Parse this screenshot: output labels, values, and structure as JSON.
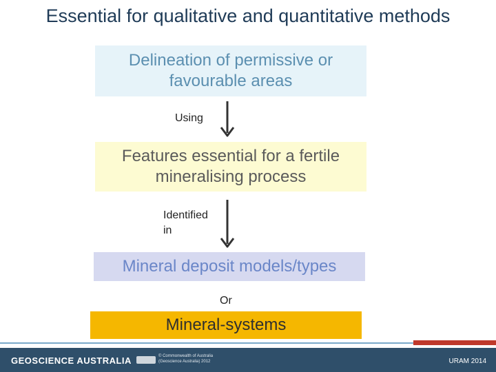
{
  "title": "Essential for qualitative and quantitative methods",
  "boxes": {
    "b1": "Delineation of permissive or favourable areas",
    "b2": "Features essential for a fertile mineralising process",
    "b3": "Mineral deposit models/types",
    "b4": "Mineral-systems"
  },
  "connectors": {
    "using": "Using",
    "identified_line1": "Identified",
    "identified_line2": "in",
    "or": "Or"
  },
  "footer": {
    "org": "GEOSCIENCE AUSTRALIA",
    "copyright_line1": "© Commonwealth of Australia",
    "copyright_line2": "(Geoscience Australia) 2012",
    "tag": "URAM 2014"
  },
  "colors": {
    "box1": "#e6f3f9",
    "box2": "#fdfbd2",
    "box3": "#d6d9f0",
    "box4": "#f5b700",
    "footer": "#2f4f6a",
    "accent": "#c0392b"
  }
}
